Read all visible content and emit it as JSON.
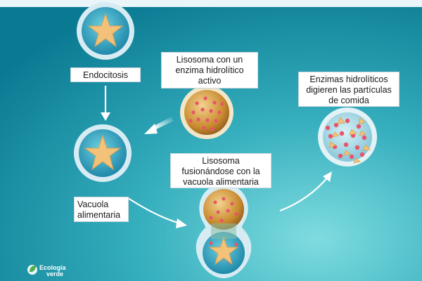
{
  "labels": {
    "endocytosis": "Endocitosis",
    "lysosome_line1": "Lisosoma con un",
    "lysosome_line2": "enzima hidrolítico",
    "lysosome_line3": "activo",
    "enzymes_line1": "Enzimas hidrolíticos",
    "enzymes_line2": "digieren las partículas",
    "enzymes_line3": "de comida",
    "vacuole_line1": "Vacuola",
    "vacuole_line2": "alimentaria",
    "fusion_line1": "Lisosoma",
    "fusion_line2": "fusionándose con la",
    "fusion_line3": "vacuola alimentaria"
  },
  "brand": {
    "line1": "Ecología",
    "line2": "verde"
  },
  "colors": {
    "background_light": "#5ec9cf",
    "background_dark": "#0b7f95",
    "membrane": "#b9dde6",
    "vacuole_fill": "#2a9fbb",
    "food_particle": "#f3c27a",
    "lysosome_fill": "#c9872b",
    "enzyme_dot": "#e8546b"
  }
}
